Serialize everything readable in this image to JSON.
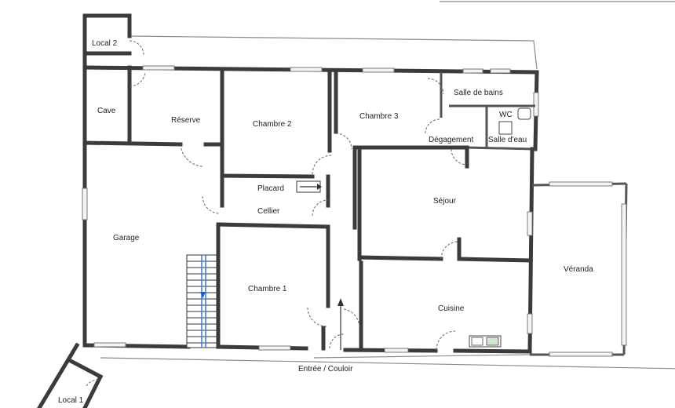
{
  "rooms": {
    "local2": "Local 2",
    "cave": "Cave",
    "reserve": "Réserve",
    "chambre2": "Chambre 2",
    "chambre3": "Chambre 3",
    "salle_de_bains": "Salle de bains",
    "wc": "WC",
    "degagement": "Dégagement",
    "salle_eau": "Salle d'eau",
    "placard": "Placard",
    "cellier": "Cellier",
    "sejour": "Séjour",
    "garage": "Garage",
    "chambre1": "Chambre 1",
    "cuisine": "Cuisine",
    "veranda": "Véranda",
    "entree": "Entrée / Couloir",
    "local1": "Local 1"
  }
}
